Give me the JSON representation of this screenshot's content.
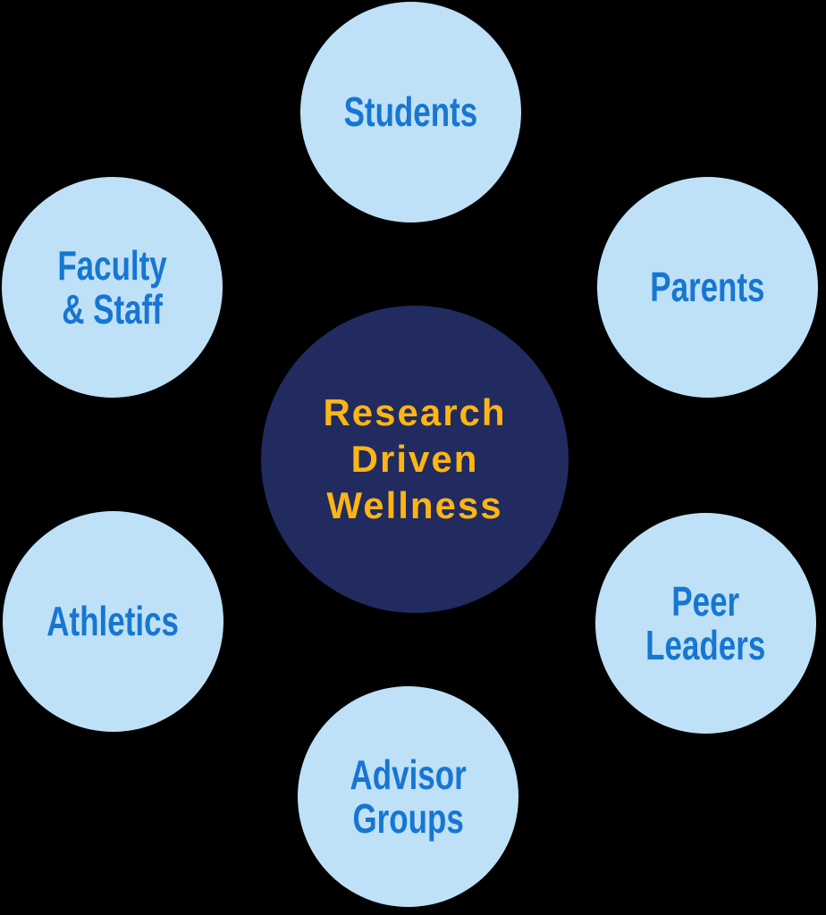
{
  "diagram": {
    "type": "hub-and-spoke",
    "title": "Research Driven Wellness",
    "center": {
      "label": "Research\nDriven\nWellness"
    },
    "nodes": [
      {
        "id": "students",
        "label": "Students"
      },
      {
        "id": "parents",
        "label": "Parents"
      },
      {
        "id": "peer-leaders",
        "label": "Peer\nLeaders"
      },
      {
        "id": "advisor-groups",
        "label": "Advisor\nGroups"
      },
      {
        "id": "athletics",
        "label": "Athletics"
      },
      {
        "id": "faculty-staff",
        "label": "Faculty\n& Staff"
      }
    ],
    "colors": {
      "background": "#000000",
      "center_fill": "#212B5F",
      "center_text": "#FDB515",
      "node_fill": "#BEE1F7",
      "node_text": "#1776D1"
    }
  }
}
